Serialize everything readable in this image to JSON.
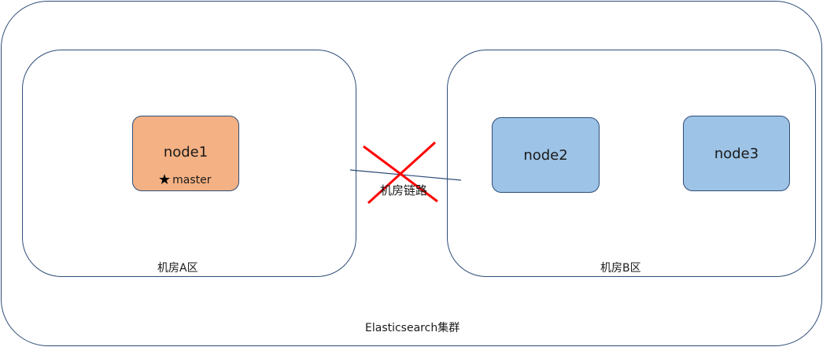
{
  "cluster": {
    "label": "Elasticsearch集群"
  },
  "zone_a": {
    "label": "机房A区"
  },
  "zone_b": {
    "label": "机房B区"
  },
  "nodes": [
    {
      "label": "node1",
      "role": "master",
      "color": "#f4b183"
    },
    {
      "label": "node2",
      "color": "#9dc3e6"
    },
    {
      "label": "node3",
      "color": "#9dc3e6"
    }
  ],
  "link": {
    "label": "机房链路",
    "status": "broken",
    "line_color": "#2e4d78",
    "cross_color": "#ff0000"
  },
  "icons": {
    "master_marker": "star-icon"
  },
  "colors": {
    "border": "#2e4d78"
  }
}
